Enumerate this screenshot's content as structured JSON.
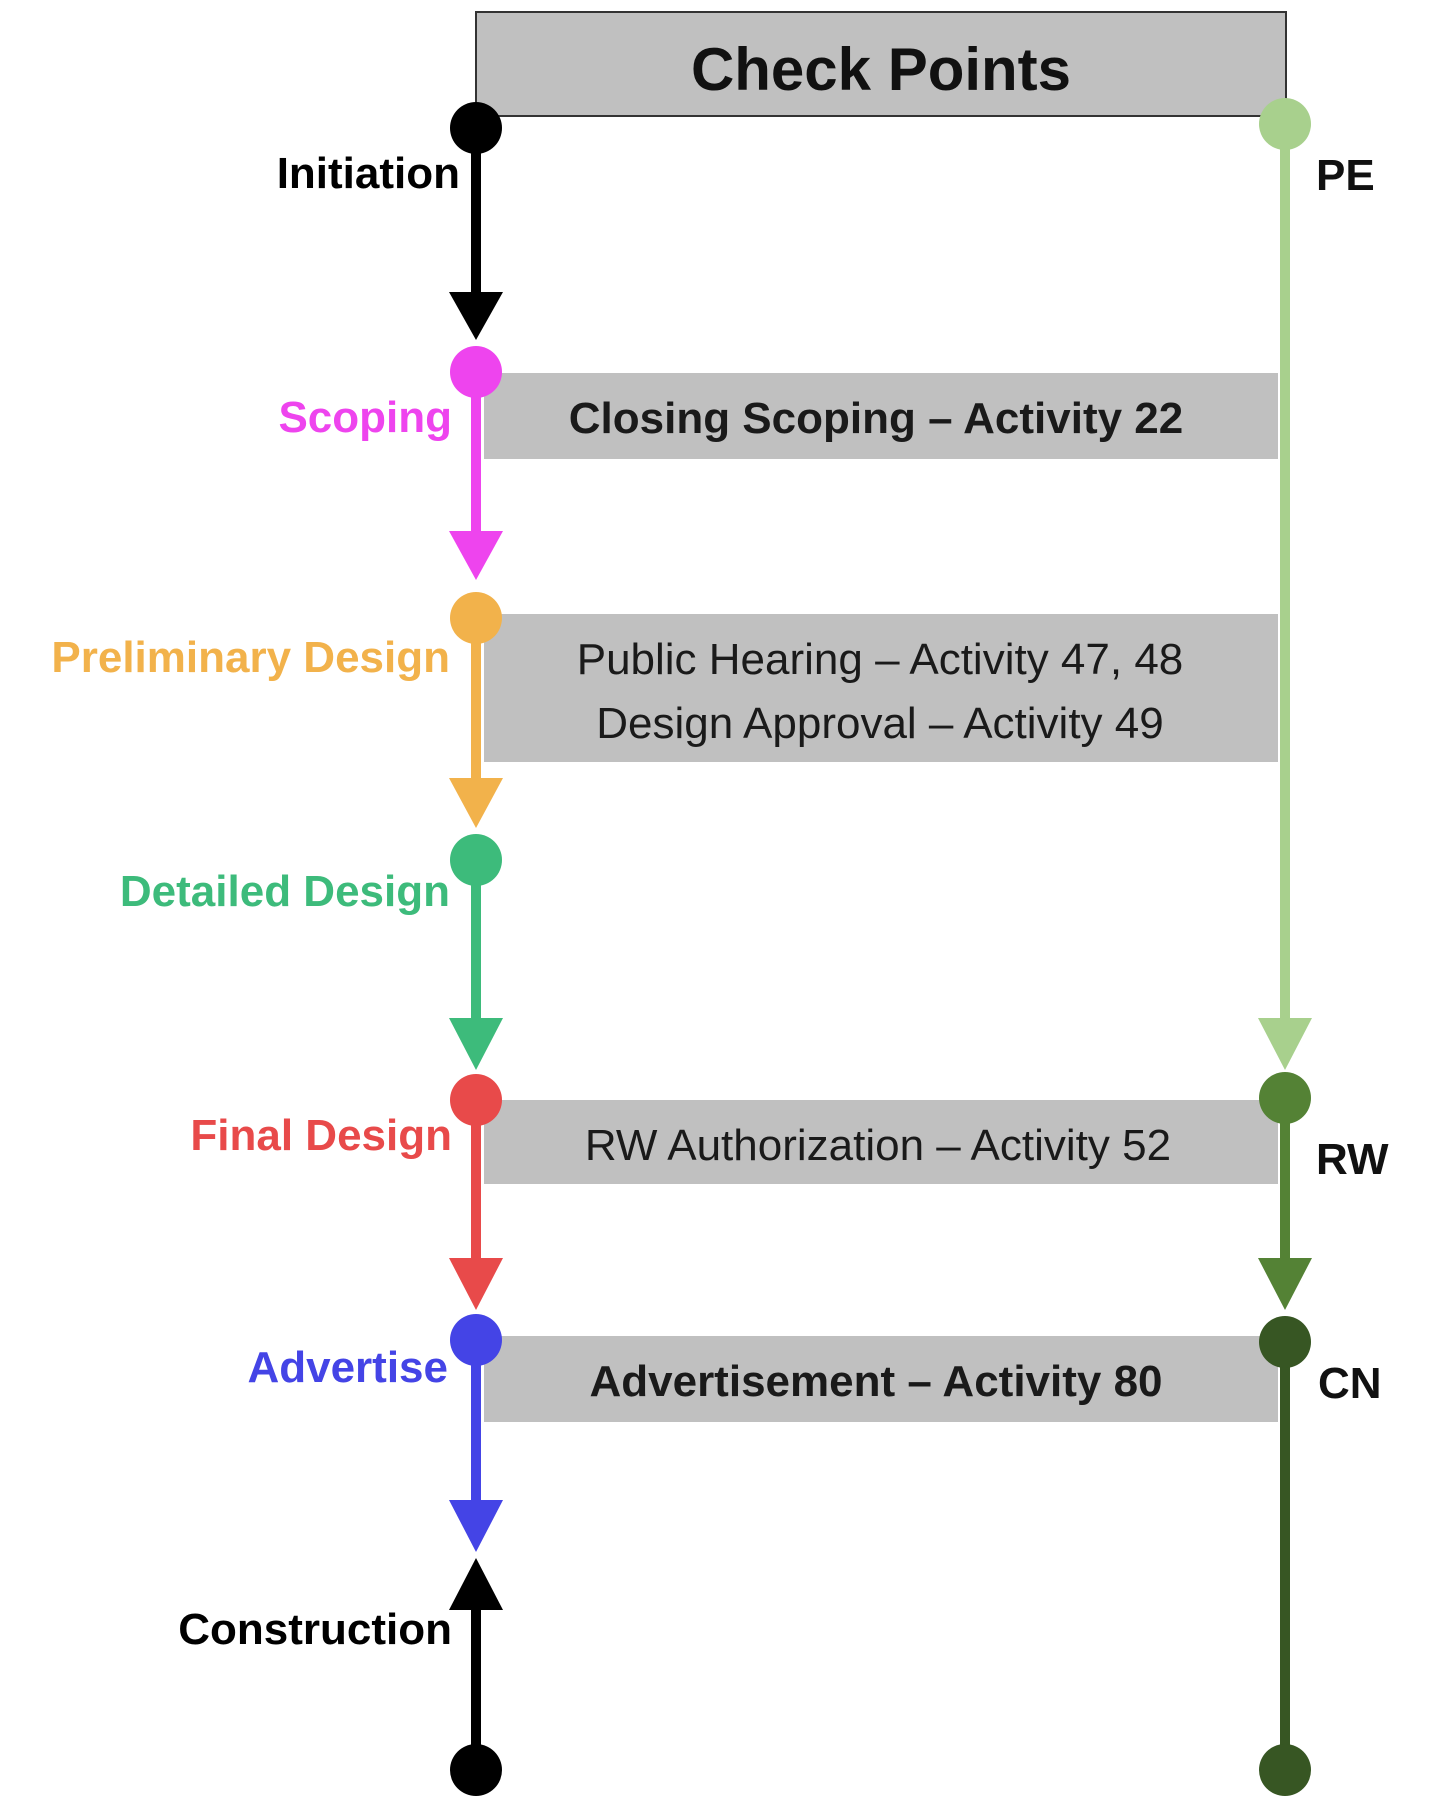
{
  "header": {
    "title": "Check Points"
  },
  "phases": [
    {
      "key": "initiation",
      "label": "Initiation",
      "color": "#000000"
    },
    {
      "key": "scoping",
      "label": "Scoping",
      "color": "#ee44ee"
    },
    {
      "key": "preliminary_design",
      "label": "Preliminary Design",
      "color": "#f2b24b"
    },
    {
      "key": "detailed_design",
      "label": "Detailed Design",
      "color": "#3dbb7b"
    },
    {
      "key": "final_design",
      "label": "Final Design",
      "color": "#e84a4a"
    },
    {
      "key": "advertise",
      "label": "Advertise",
      "color": "#4444e6"
    },
    {
      "key": "construction",
      "label": "Construction",
      "color": "#000000"
    }
  ],
  "funding": [
    {
      "key": "pe",
      "label": "PE",
      "color": "#a8d08d"
    },
    {
      "key": "rw",
      "label": "RW",
      "color": "#548235"
    },
    {
      "key": "cn",
      "label": "CN",
      "color": "#375623"
    }
  ],
  "checkpoints": [
    {
      "key": "scoping_close",
      "lines": [
        "Closing Scoping – Activity 22"
      ],
      "bold": true
    },
    {
      "key": "prelim",
      "lines": [
        "Public Hearing – Activity 47, 48",
        "Design Approval – Activity 49"
      ],
      "bold": false
    },
    {
      "key": "rw_auth",
      "lines": [
        "RW Authorization – Activity 52"
      ],
      "bold": false
    },
    {
      "key": "advert",
      "lines": [
        "Advertisement – Activity 80"
      ],
      "bold": true
    }
  ],
  "colors": {
    "box_fill": "#c0c0c0",
    "box_stroke": "#333333"
  }
}
